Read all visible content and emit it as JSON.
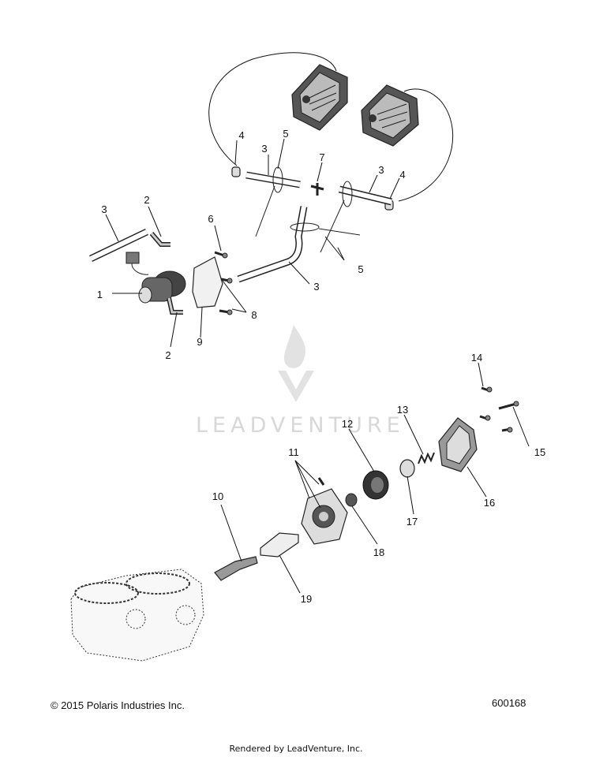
{
  "callouts": {
    "c1": "1",
    "c2a": "2",
    "c2b": "2",
    "c3a": "3",
    "c3b": "3",
    "c3c": "3",
    "c3d": "3",
    "c4a": "4",
    "c4b": "4",
    "c5a": "5",
    "c5b": "5",
    "c6": "6",
    "c7": "7",
    "c8": "8",
    "c9": "9",
    "c10": "10",
    "c11": "11",
    "c12": "12",
    "c13": "13",
    "c14": "14",
    "c15": "15",
    "c16": "16",
    "c17": "17",
    "c18": "18",
    "c19": "19"
  },
  "watermark": {
    "text": "LEADVENTURE"
  },
  "footer": {
    "copyright": "© 2015 Polaris Industries Inc.",
    "diagram_number": "600168",
    "rendered_by": "Rendered by LeadVenture, Inc."
  }
}
